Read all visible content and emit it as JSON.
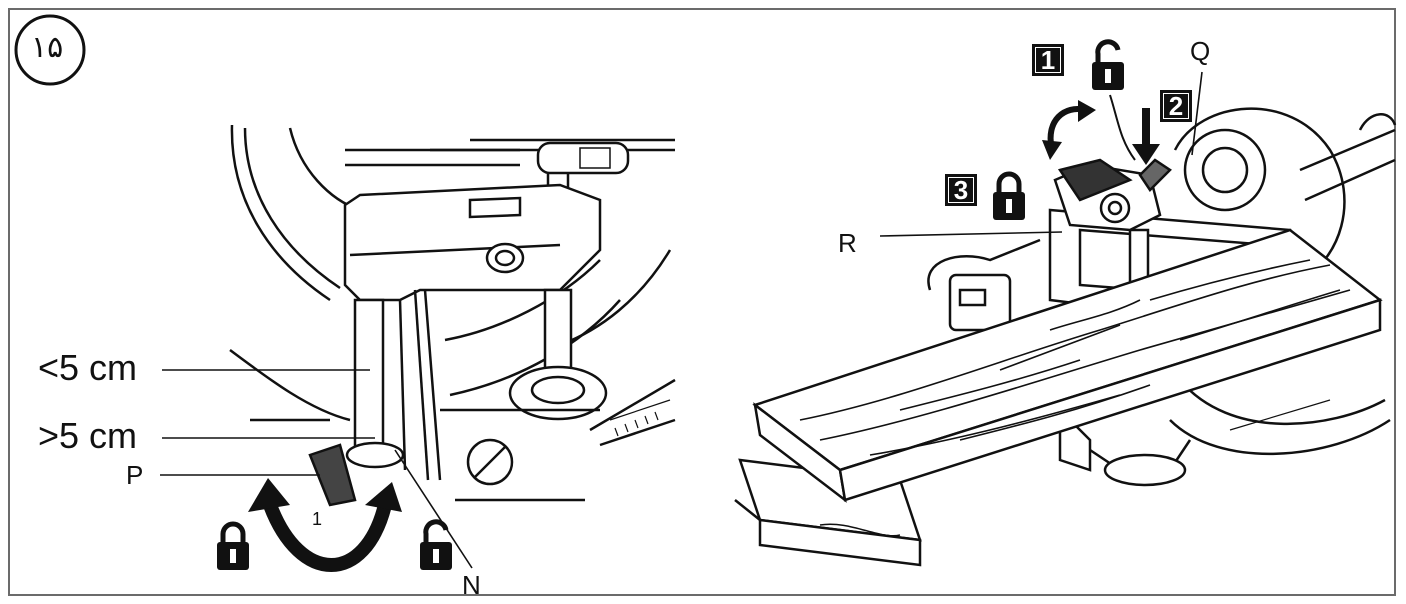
{
  "figure": {
    "number": "۱۵"
  },
  "left_panel": {
    "callouts": {
      "lt5": "<5 cm",
      "gt5": ">5 cm",
      "P": "P",
      "N": "N"
    },
    "icons": [
      "lock-closed-icon",
      "lock-open-icon",
      "rotate-arrow-icon"
    ]
  },
  "right_panel": {
    "callouts": {
      "Q": "Q",
      "R": "R"
    },
    "steps": {
      "one": "1",
      "two": "2",
      "three": "3"
    },
    "icons": [
      "lock-open-icon",
      "lock-closed-icon",
      "press-down-arrow-icon",
      "curved-arrow-icon"
    ]
  }
}
